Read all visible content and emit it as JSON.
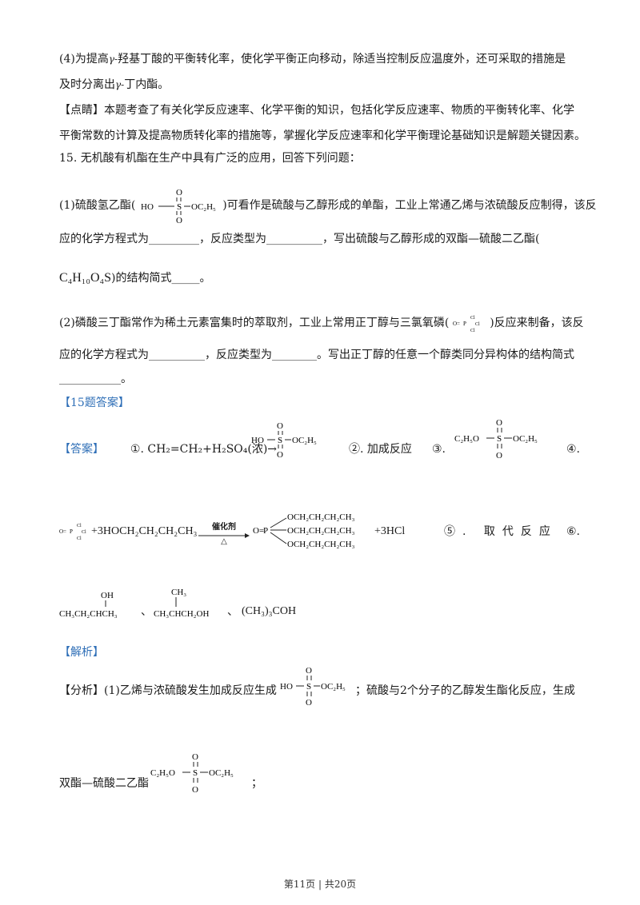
{
  "p4_a": "(4)为提高",
  "p4_gamma1": "γ-",
  "p4_b": "羟基丁酸的平衡转化率，使化学平衡正向移动，除适当控制反应温度外，还可采取的措施是",
  "p4_c": "及时分离出",
  "p4_gamma2": "γ-",
  "p4_d": "丁内酯。",
  "dianjing_tag": "【点睛】",
  "dianjing_1": "本题考查了有关化学反应速率、化学平衡的知识，包括化学反应速率、物质的平衡转化率、化学",
  "dianjing_2": "平衡常数的计算及提高物质转化率的措施等，掌握化学反应速率和化学平衡理论基础知识是解题关键因素。",
  "q15_title": "15. 无机酸有机酯在生产中具有广泛的应用，回答下列问题：",
  "q15_1a": "(1)硫酸氢乙酯(",
  "q15_1b": ")可看作是硫酸与乙醇形成的单酯，工业上常通乙烯与浓硫酸反应制得，该反",
  "q15_1c": "应的化学方程式为_________，反应类型为__________，写出硫酸与乙醇形成的双酯—硫酸二乙酯(",
  "q15_1d": "C₄H₁₀O₄S",
  "q15_1e": ")的结构简式_____。",
  "q15_2a": "(2)磷酸三丁酯常作为稀土元素富集时的萃取剂，工业上常用正丁醇与三氯氧磷(",
  "q15_2b": ")反应来制备，该反",
  "q15_2c": "应的化学方程式为__________，反应类型为________。写出正丁醇的任意一个醇类同分异构体的结构简式",
  "q15_2d": "___________。",
  "answer_header": "【15题答案】",
  "answer_tag": "【答案】",
  "ans_1": "①. CH₂=CH₂+H₂SO₄(浓)→",
  "ans_2": "②. 加成反应",
  "ans_3": "③.",
  "ans_4": "④.",
  "ans_4_eq": "+3HOCH₂CH₂CH₂CH₃",
  "ans_4_cat": "催化剂",
  "ans_4_cond": "△",
  "ans_4_plus": "+3HCl",
  "ans_5": "⑤. 取代反应",
  "ans_6": "⑥.",
  "iso_sep1": "、",
  "iso_sep2": "、",
  "iso_3": "(CH₃)₃COH",
  "jiexi": "【解析】",
  "fenxi_tag": "【分析】",
  "fenxi_1a": "(1)乙烯与浓硫酸发生加成反应生成",
  "fenxi_1b": "；硫酸与2个分子的乙醇发生酯化反应，生成",
  "fenxi_2a": "双酯—硫酸二乙酯",
  "fenxi_2b": "；",
  "chem": {
    "O": "O",
    "S": "S",
    "P": "P",
    "Cl": "Cl",
    "OH": "OH",
    "HO": "HO",
    "OC2H5": "OC₂H₅",
    "C2H5O": "C₂H₅O",
    "OBu": "OCH₂CH₂CH₂CH₃",
    "CH3": "CH₃",
    "iso1_main": "CH₃CH₂CHCH₃",
    "iso2_main": "CH₃CHCH₂OH",
    "eq": "O="
  },
  "footer": "第11页 | 共20页"
}
